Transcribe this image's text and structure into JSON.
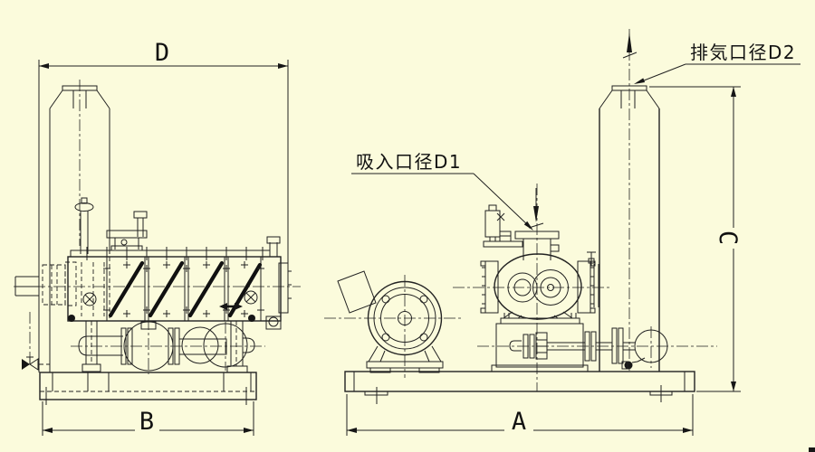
{
  "page": {
    "background": "#fbfbdc",
    "line_color": "#222222"
  },
  "dimensions": {
    "top_left": "D",
    "bottom_left": "B",
    "bottom_right": "A",
    "right_side": "C"
  },
  "callouts": {
    "exhaust": "排気口径D2",
    "suction": "吸入口径D1"
  }
}
